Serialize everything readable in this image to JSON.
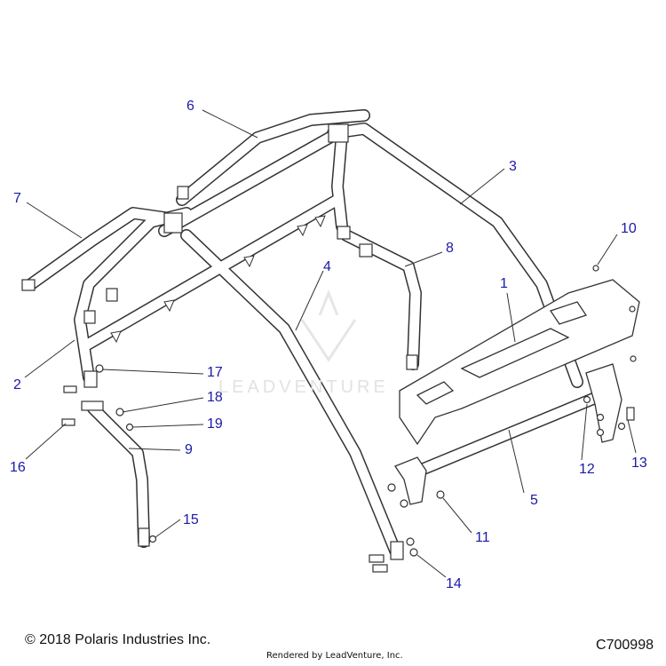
{
  "callouts": [
    {
      "label": "1"
    },
    {
      "label": "2"
    },
    {
      "label": "3"
    },
    {
      "label": "4"
    },
    {
      "label": "5"
    },
    {
      "label": "6"
    },
    {
      "label": "7"
    },
    {
      "label": "8"
    },
    {
      "label": "9"
    },
    {
      "label": "10"
    },
    {
      "label": "11"
    },
    {
      "label": "12"
    },
    {
      "label": "13"
    },
    {
      "label": "14"
    },
    {
      "label": "15"
    },
    {
      "label": "16"
    },
    {
      "label": "17"
    },
    {
      "label": "18"
    },
    {
      "label": "19"
    }
  ],
  "watermark": {
    "text": "LEADVENTURE"
  },
  "footer": {
    "copyright": "© 2018 Polaris Industries Inc.",
    "rendered_by": "Rendered by LeadVenture, Inc.",
    "diagram_code": "C700998"
  },
  "colors": {
    "callout": "#1a1aa8",
    "line": "#333333",
    "tube_fill": "#ffffff"
  }
}
